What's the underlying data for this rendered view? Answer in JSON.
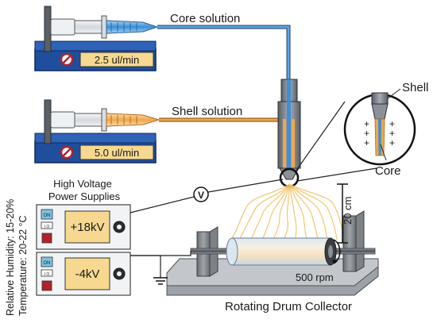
{
  "labels": {
    "core_solution": "Core solution",
    "shell_solution": "Shell solution",
    "core_rate": "2.5 ul/min",
    "shell_rate": "5.0 ul/min",
    "hv_title_line1": "High Voltage",
    "hv_title_line2": "Power Supplies",
    "hv_positive": "+18kV",
    "hv_negative": "-4kV",
    "voltmeter": "V",
    "shell": "Shell",
    "core": "Core",
    "distance": "20 cm",
    "rpm": "500 rpm",
    "collector": "Rotating Drum Collector",
    "humidity": "Relative Humidity: 15-20%",
    "temperature": "Temperature: 20-22 °C",
    "switch_on": "ON",
    "switch_io": "I O"
  },
  "colors": {
    "core_fluid": "#3d8fd6",
    "shell_fluid": "#f0a64a",
    "pump_blue": "#1f4e9c",
    "display_fill": "#f6d890",
    "fiber": "#f2c46c"
  },
  "icons": {
    "pump_icon": "no-entry-sign",
    "meter_icon": "voltmeter",
    "ground_icon": "ground-symbol"
  }
}
